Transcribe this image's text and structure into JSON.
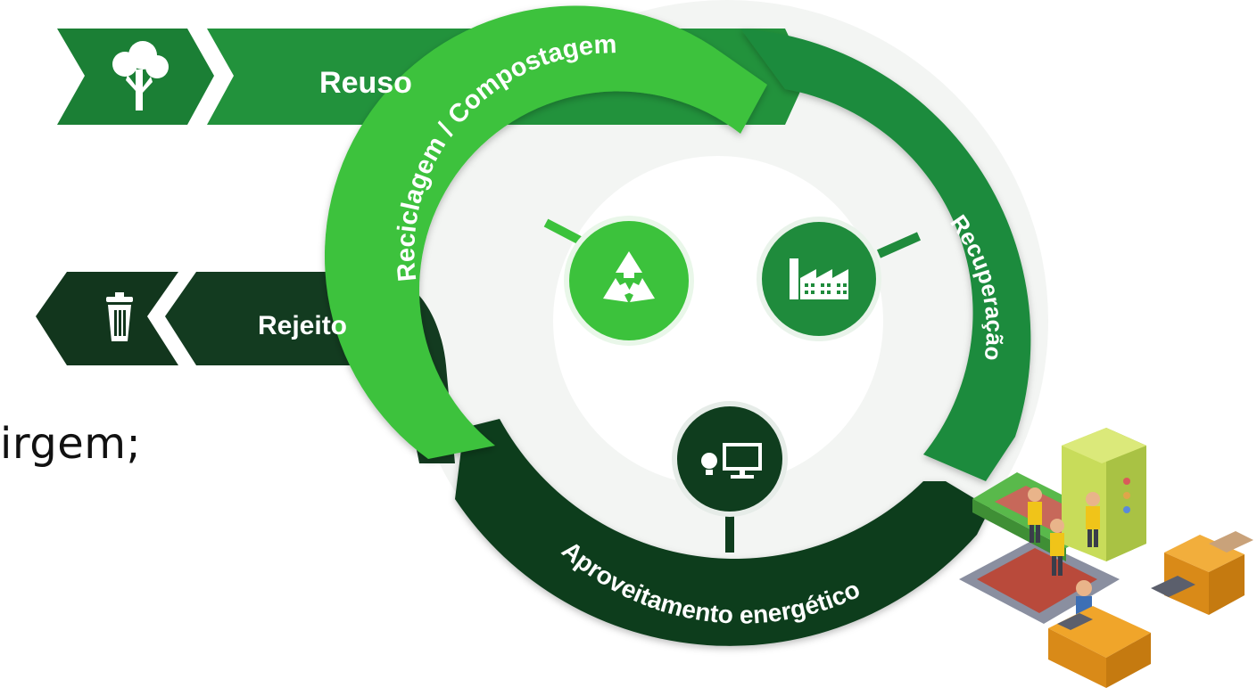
{
  "diagram": {
    "stages": {
      "reuse": "Reuso",
      "recycling": "Reciclagem / Compostagem",
      "recovery": "Recuperação",
      "energy": "Aproveitamento energético",
      "waste": "Rejeito"
    },
    "icons": {
      "reuse": "tree-icon",
      "recycling": "recycle-icon",
      "recovery": "factory-icon",
      "energy": "bulb-monitor-icon",
      "waste": "trash-icon"
    },
    "colors": {
      "reuse": "#1f8a3a",
      "reuse_dark": "#167a31",
      "recycling": "#3fc23e",
      "recovery": "#1e8b3b",
      "energy": "#0f3d1e",
      "waste": "#123a1f"
    }
  },
  "fragment": {
    "text": "irgem;"
  }
}
